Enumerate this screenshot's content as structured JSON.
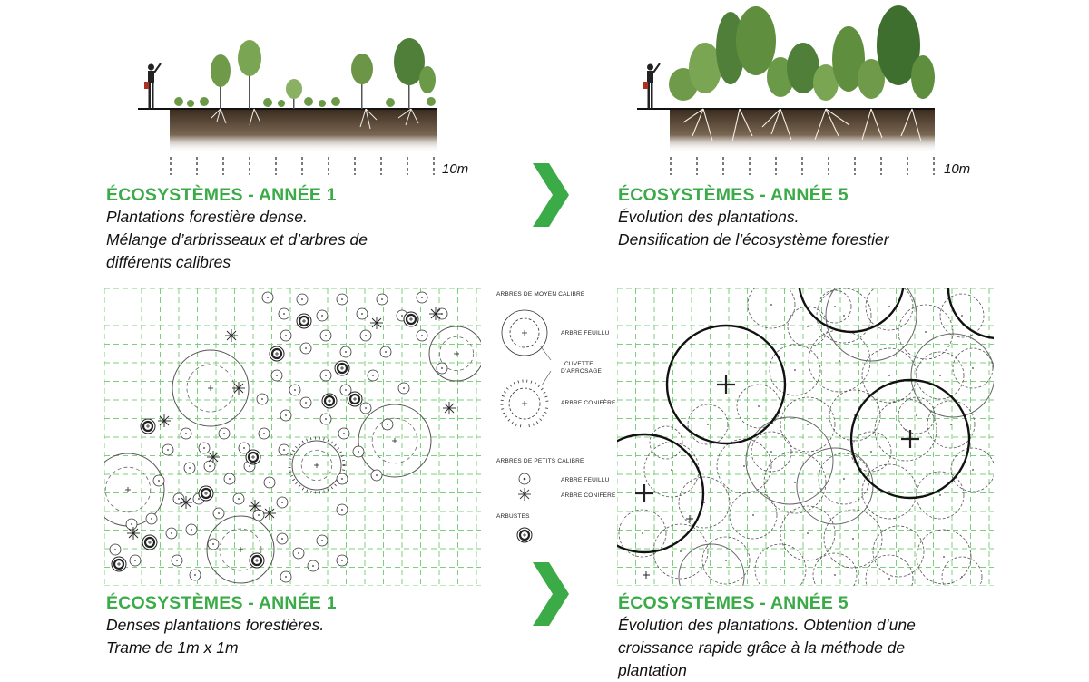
{
  "colors": {
    "accent_green": "#3aab47",
    "grid_green": "#7ccf7c",
    "soil_dark": "#4a3a2a",
    "tree_green": "#5f8f3e"
  },
  "top_left": {
    "scale_label": "10m",
    "heading": "ÉCOSYSTÈMES - ANNÉE 1",
    "lines": [
      "Plantations forestière dense.",
      "Mélange d’arbrisseaux et d’arbres de",
      "différents calibres"
    ]
  },
  "top_right": {
    "scale_label": "10m",
    "heading": "ÉCOSYSTÈMES - ANNÉE 5",
    "lines": [
      "Évolution des plantations.",
      "Densification de l’écosystème forestier"
    ]
  },
  "bottom_left": {
    "heading": "ÉCOSYSTÈMES - ANNÉE 1",
    "lines": [
      "Denses plantations forestières.",
      "Trame de 1m x 1m"
    ]
  },
  "bottom_right": {
    "heading": "ÉCOSYSTÈMES - ANNÉE 5",
    "lines": [
      "Évolution des plantations. Obtention d’une",
      "croissance rapide grâce à la méthode de",
      "plantation"
    ]
  },
  "arrows": {
    "top_icon": "chevron-right-icon",
    "bottom_icon": "chevron-right-icon"
  },
  "legend": {
    "medium_title": "ARBRES DE MOYEN CALIBRE",
    "medium_deciduous": "ARBRE FEUILLU",
    "basin_line1": "CUVETTE",
    "basin_line2": "D’ARROSAGE",
    "medium_conifer": "ARBRE CONIFÈRE",
    "small_title": "ARBRES DE PETITS CALIBRE",
    "small_deciduous": "ARBRE FEUILLU",
    "small_conifer": "ARBRE CONIFÈRE",
    "shrubs": "ARBUSTES"
  }
}
